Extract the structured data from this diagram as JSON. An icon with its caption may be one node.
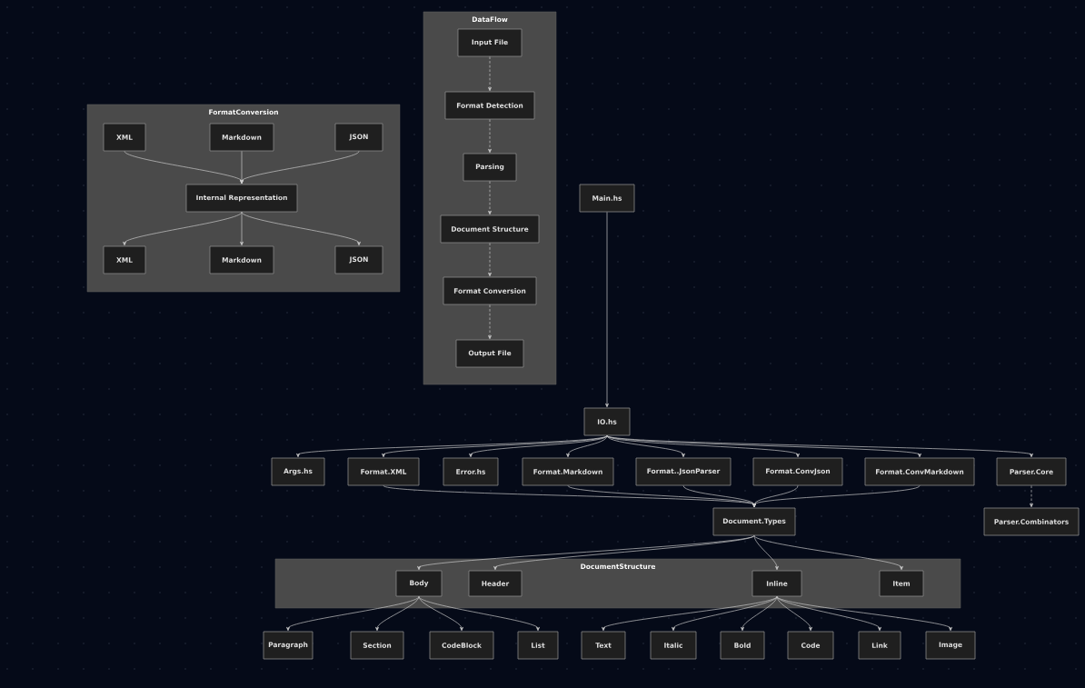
{
  "diagram": {
    "nodes": [
      {
        "text": [
          "FormatConversion"
        ]
      },
      {
        "text": [
          "XML"
        ],
        "in": 0
      },
      {
        "text": [
          "Markdown"
        ],
        "in": 0
      },
      {
        "text": [
          "JSON"
        ],
        "in": 0
      },
      {
        "text": [
          "Internal Representation"
        ],
        "in": 0
      },
      {
        "text": [
          "XML"
        ],
        "in": 0
      },
      {
        "text": [
          "Markdown"
        ],
        "in": 0
      },
      {
        "text": [
          "JSON"
        ],
        "in": 0
      },
      {
        "text": [
          "DataFlow"
        ]
      },
      {
        "text": [
          "Input File"
        ],
        "in": 8
      },
      {
        "text": [
          "Format Detection"
        ],
        "in": 8
      },
      {
        "text": [
          "Parsing"
        ],
        "in": 8
      },
      {
        "text": [
          "Document Structure"
        ],
        "in": 8
      },
      {
        "text": [
          "Format Conversion"
        ],
        "in": 8
      },
      {
        "text": [
          "Output File"
        ],
        "in": 8
      },
      {
        "text": [
          "Main.hs"
        ]
      },
      {
        "text": [
          "IO.hs"
        ]
      },
      {
        "text": [
          "Args.hs"
        ]
      },
      {
        "text": [
          "Format.XML"
        ]
      },
      {
        "text": [
          "Error.hs"
        ]
      },
      {
        "text": [
          "Format.Markdown"
        ]
      },
      {
        "text": [
          "Format..JsonParser"
        ]
      },
      {
        "text": [
          "Format.ConvJson"
        ]
      },
      {
        "text": [
          "Format.ConvMarkdown"
        ]
      },
      {
        "text": [
          "Parser.Core"
        ]
      },
      {
        "text": [
          "Document.Types"
        ]
      },
      {
        "text": [
          "Parser.Combinators"
        ]
      },
      {
        "text": [
          "DocumentStructure"
        ]
      },
      {
        "text": [
          "Body"
        ],
        "in": 27
      },
      {
        "text": [
          "Header"
        ],
        "in": 27
      },
      {
        "text": [
          "Inline"
        ],
        "in": 27
      },
      {
        "text": [
          "Item"
        ],
        "in": 27
      },
      {
        "text": [
          "Paragraph"
        ]
      },
      {
        "text": [
          "Section"
        ]
      },
      {
        "text": [
          "CodeBlock"
        ]
      },
      {
        "text": [
          "List"
        ]
      },
      {
        "text": [
          "Text"
        ]
      },
      {
        "text": [
          "Italic"
        ]
      },
      {
        "text": [
          "Bold"
        ]
      },
      {
        "text": [
          "Code"
        ]
      },
      {
        "text": [
          "Link"
        ]
      },
      {
        "text": [
          "Image"
        ]
      }
    ],
    "edges": [
      {
        "from": 1,
        "to": 4,
        "arrow": "to"
      },
      {
        "from": 2,
        "to": 4,
        "arrow": "to"
      },
      {
        "from": 3,
        "to": 4,
        "arrow": "to"
      },
      {
        "from": 4,
        "to": 5,
        "arrow": "to"
      },
      {
        "from": 4,
        "to": 6,
        "arrow": "to"
      },
      {
        "from": 4,
        "to": 7,
        "arrow": "to"
      },
      {
        "from": 9,
        "to": 10,
        "arrow": "to",
        "style": "dashed"
      },
      {
        "from": 10,
        "to": 11,
        "arrow": "to",
        "style": "dashed"
      },
      {
        "from": 11,
        "to": 12,
        "arrow": "to",
        "style": "dashed"
      },
      {
        "from": 12,
        "to": 13,
        "arrow": "to",
        "style": "dashed"
      },
      {
        "from": 13,
        "to": 14,
        "arrow": "to",
        "style": "dashed"
      },
      {
        "from": 15,
        "to": 16,
        "arrow": "to"
      },
      {
        "from": 16,
        "to": 17,
        "arrow": "to"
      },
      {
        "from": 16,
        "to": 18,
        "arrow": "to"
      },
      {
        "from": 16,
        "to": 19,
        "arrow": "to"
      },
      {
        "from": 16,
        "to": 20,
        "arrow": "to"
      },
      {
        "from": 16,
        "to": 21,
        "arrow": "to"
      },
      {
        "from": 16,
        "to": 22,
        "arrow": "to"
      },
      {
        "from": 16,
        "to": 23,
        "arrow": "to"
      },
      {
        "from": 16,
        "to": 24,
        "arrow": "to"
      },
      {
        "from": 18,
        "to": 25,
        "arrow": "to"
      },
      {
        "from": 20,
        "to": 25,
        "arrow": "to"
      },
      {
        "from": 21,
        "to": 25,
        "arrow": "to"
      },
      {
        "from": 22,
        "to": 25,
        "arrow": "to"
      },
      {
        "from": 23,
        "to": 25,
        "arrow": "to"
      },
      {
        "from": 24,
        "to": 26,
        "arrow": "to",
        "style": "dashed"
      },
      {
        "from": 25,
        "to": 28,
        "arrow": "to"
      },
      {
        "from": 25,
        "to": 29,
        "arrow": "to"
      },
      {
        "from": 25,
        "to": 30,
        "arrow": "to"
      },
      {
        "from": 25,
        "to": 31,
        "arrow": "to"
      },
      {
        "from": 28,
        "to": 32,
        "arrow": "to"
      },
      {
        "from": 28,
        "to": 33,
        "arrow": "to"
      },
      {
        "from": 28,
        "to": 34,
        "arrow": "to"
      },
      {
        "from": 28,
        "to": 35,
        "arrow": "to"
      },
      {
        "from": 30,
        "to": 36,
        "arrow": "to"
      },
      {
        "from": 30,
        "to": 37,
        "arrow": "to"
      },
      {
        "from": 30,
        "to": 38,
        "arrow": "to"
      },
      {
        "from": 30,
        "to": 39,
        "arrow": "to"
      },
      {
        "from": 30,
        "to": 40,
        "arrow": "to"
      },
      {
        "from": 30,
        "to": 41,
        "arrow": "to"
      }
    ]
  }
}
